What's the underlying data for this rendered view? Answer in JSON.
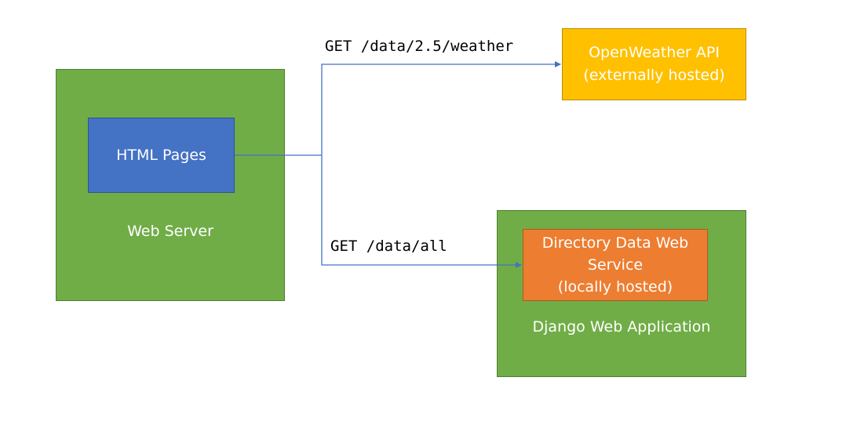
{
  "nodes": {
    "web_server": {
      "label": "Web Server",
      "color": "#70ad47"
    },
    "html_pages": {
      "label": "HTML Pages",
      "color": "#4472c4"
    },
    "openweather": {
      "line1": "OpenWeather API",
      "line2": "(externally hosted)",
      "color": "#ffc000"
    },
    "directory": {
      "line1": "Directory Data Web",
      "line2": "Service",
      "line3": "(locally hosted)",
      "color": "#ed7d31"
    },
    "django_app": {
      "label": "Django Web Application",
      "color": "#70ad47"
    }
  },
  "edges": {
    "weather_request": {
      "label": "GET /data/2.5/weather"
    },
    "all_request": {
      "label": "GET /data/all"
    },
    "connector_color": "#4472c4"
  }
}
